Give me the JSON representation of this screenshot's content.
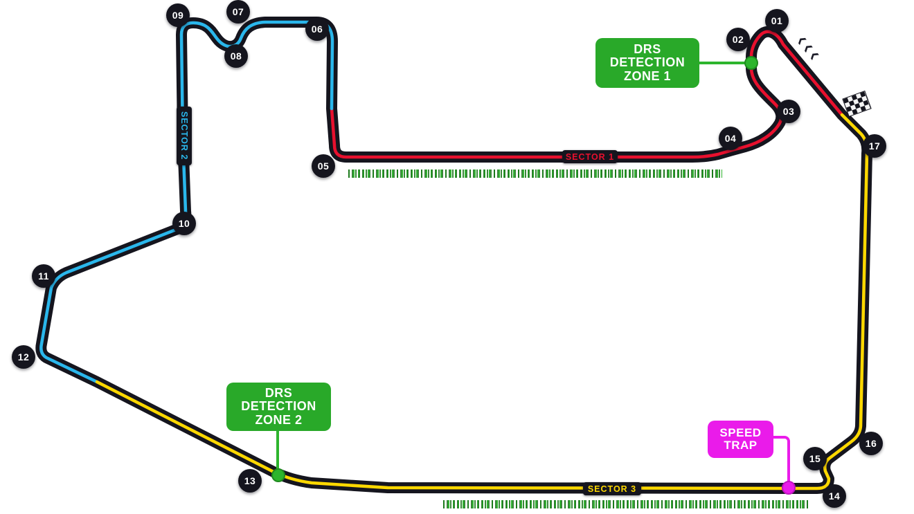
{
  "turns": [
    {
      "number": "01"
    },
    {
      "number": "02"
    },
    {
      "number": "03"
    },
    {
      "number": "04"
    },
    {
      "number": "05"
    },
    {
      "number": "06"
    },
    {
      "number": "07"
    },
    {
      "number": "08"
    },
    {
      "number": "09"
    },
    {
      "number": "10"
    },
    {
      "number": "11"
    },
    {
      "number": "12"
    },
    {
      "number": "13"
    },
    {
      "number": "14"
    },
    {
      "number": "15"
    },
    {
      "number": "16"
    },
    {
      "number": "17"
    }
  ],
  "sector_labels": [
    {
      "label": "SECTOR 1",
      "color": "#e8102e"
    },
    {
      "label": "SECTOR 2",
      "color": "#2ab7ec"
    },
    {
      "label": "SECTOR 3",
      "color": "#ffd800"
    }
  ],
  "annotations": {
    "drs_zone_1": {
      "lines": [
        "DRS",
        "DETECTION",
        "ZONE 1"
      ]
    },
    "drs_zone_2": {
      "lines": [
        "DRS",
        "DETECTION",
        "ZONE 2"
      ]
    },
    "speed_trap": {
      "lines": [
        "SPEED",
        "TRAP"
      ]
    }
  },
  "icons": [
    {
      "name": "checkered-flag-icon"
    },
    {
      "name": "direction-arrows-icon"
    },
    {
      "name": "drs-detection-dot-1"
    },
    {
      "name": "drs-detection-dot-2"
    },
    {
      "name": "speed-trap-dot"
    }
  ],
  "colors": {
    "track_outline": "#15151e",
    "sector1_red": "#e8102e",
    "sector2_blue": "#2ab7ec",
    "sector3_yellow": "#ffd800",
    "drs_green": "#29a929",
    "speed_trap_magenta": "#ea1bea",
    "drs_zone_hatch_green": "#31b431",
    "badge_text": "#ffffff",
    "background": "#ffffff"
  }
}
